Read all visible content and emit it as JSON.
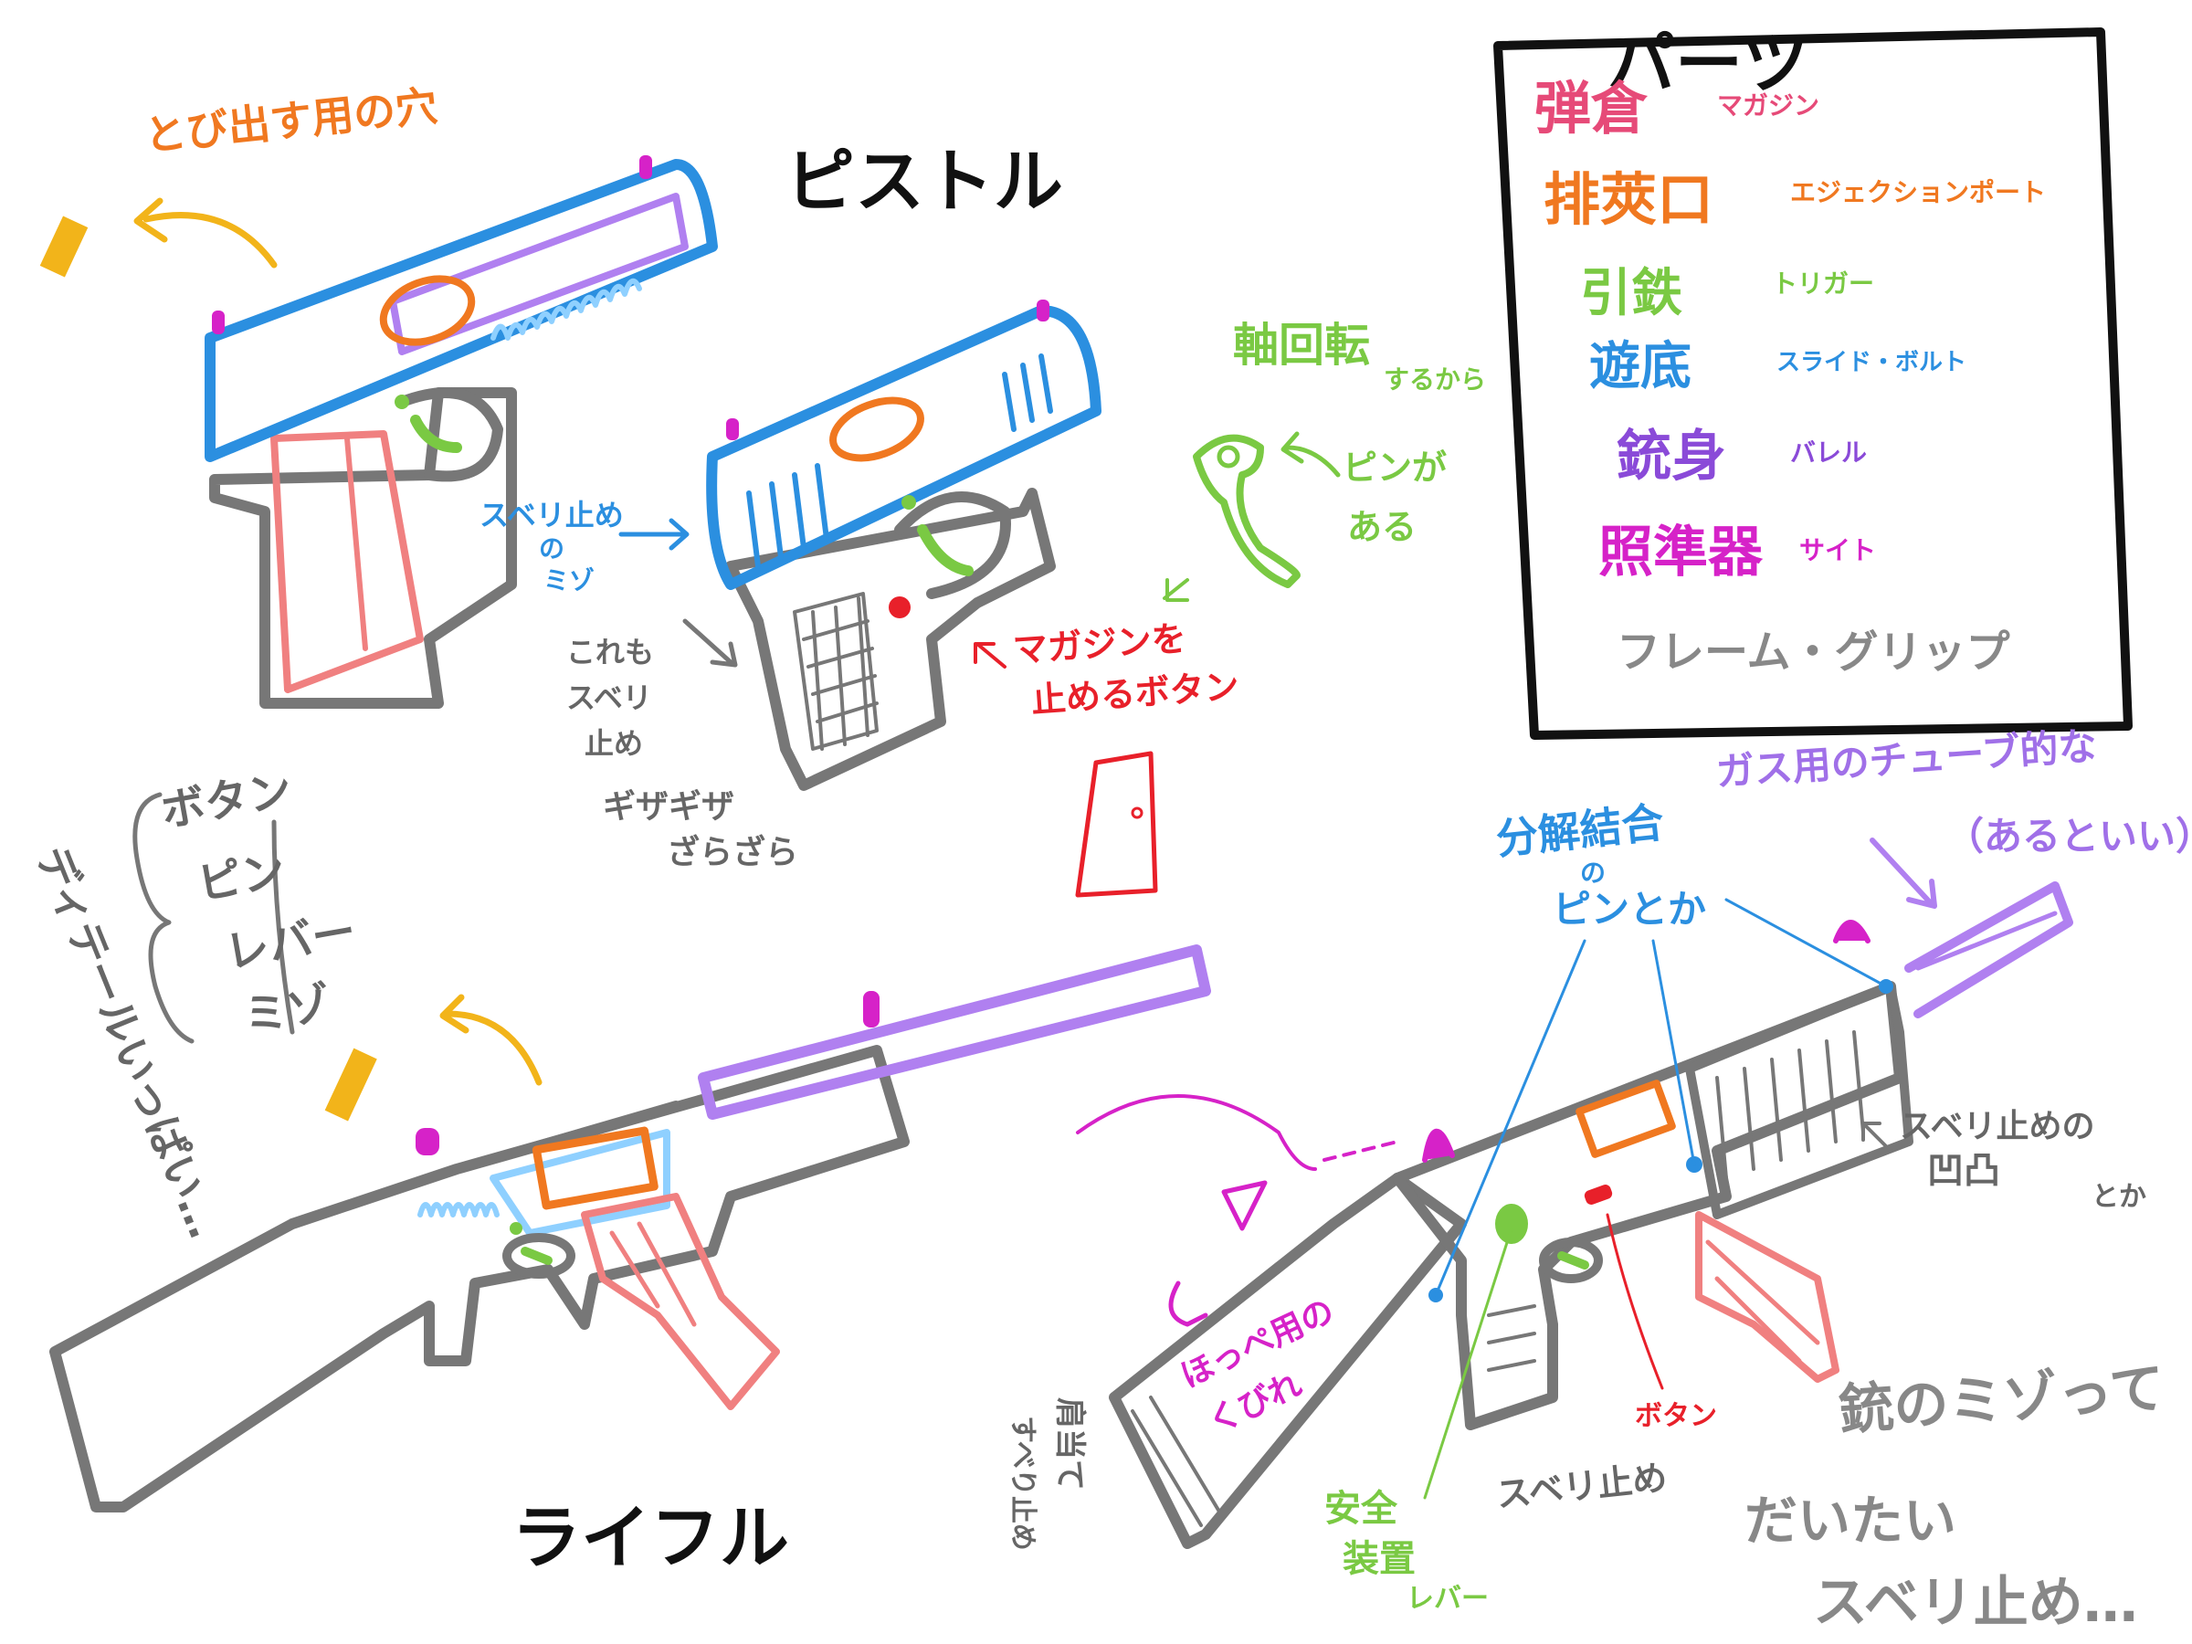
{
  "titles": {
    "pistol": "ピストル",
    "rifle": "ライフル"
  },
  "legend": {
    "title": "パーツ",
    "items": [
      {
        "kanji": "弾倉",
        "reading": "マガジン",
        "color": "#e64a78"
      },
      {
        "kanji": "排莢口",
        "reading": "エジェクションポート",
        "color": "#f07820"
      },
      {
        "kanji": "引鉄",
        "reading": "トリガー",
        "color": "#7ac943"
      },
      {
        "kanji": "遊底",
        "reading": "スライド・ボルト",
        "color": "#2b8fe0"
      },
      {
        "kanji": "銃身",
        "reading": "バレル",
        "color": "#8a4ad8"
      },
      {
        "kanji": "照準器",
        "reading": "サイト",
        "color": "#d622c8"
      },
      {
        "kanji": "フレーム・グリップ",
        "reading": "",
        "color": "#888888"
      }
    ]
  },
  "annotations": {
    "eject_hole": "とび出す用の穴",
    "slide_grooves": [
      "スベリ止め",
      "の",
      "ミゾ"
    ],
    "also_grip": [
      "これも",
      "スベリ",
      "止め"
    ],
    "grip_texture": [
      "ギザギザ",
      "ざらざら"
    ],
    "mag_button": [
      "マガジンを",
      "止めるボタン"
    ],
    "axis_rotate": [
      "軸回転",
      "するから"
    ],
    "has_pin": [
      "ピンが",
      "ある"
    ],
    "details": [
      "ボタン",
      "ピン",
      "レバー",
      "ミゾ"
    ],
    "detail_trail": "ディテールいっぱい…",
    "disassembly": [
      "分解結合",
      "の",
      "ピンとか"
    ],
    "gas_tube": [
      "ガス用のチューブ的な",
      "（あるといい）"
    ],
    "anti_slip_bumps": [
      "スベリ止めの",
      "凹凸",
      "とか"
    ],
    "cheek_cut": [
      "ほっぺ用の",
      "くびれ"
    ],
    "shoulder": [
      "肩当て",
      "すべり止め"
    ],
    "safety": [
      "安全",
      "装置",
      "レバー"
    ],
    "anti_slip": "スベリ止め",
    "button": "ボタン",
    "grooves_note": [
      "銃のミゾって",
      "だいたい",
      "スベリ止め…"
    ]
  },
  "colors": {
    "gray": "#777777",
    "blue": "#2b8fe0",
    "orange": "#f07820",
    "green": "#7ac943",
    "purple": "#a070e8",
    "magenta": "#d622c8",
    "pink": "#f08080",
    "red": "#e8202a",
    "gold": "#f2b41a",
    "black": "#111111"
  }
}
